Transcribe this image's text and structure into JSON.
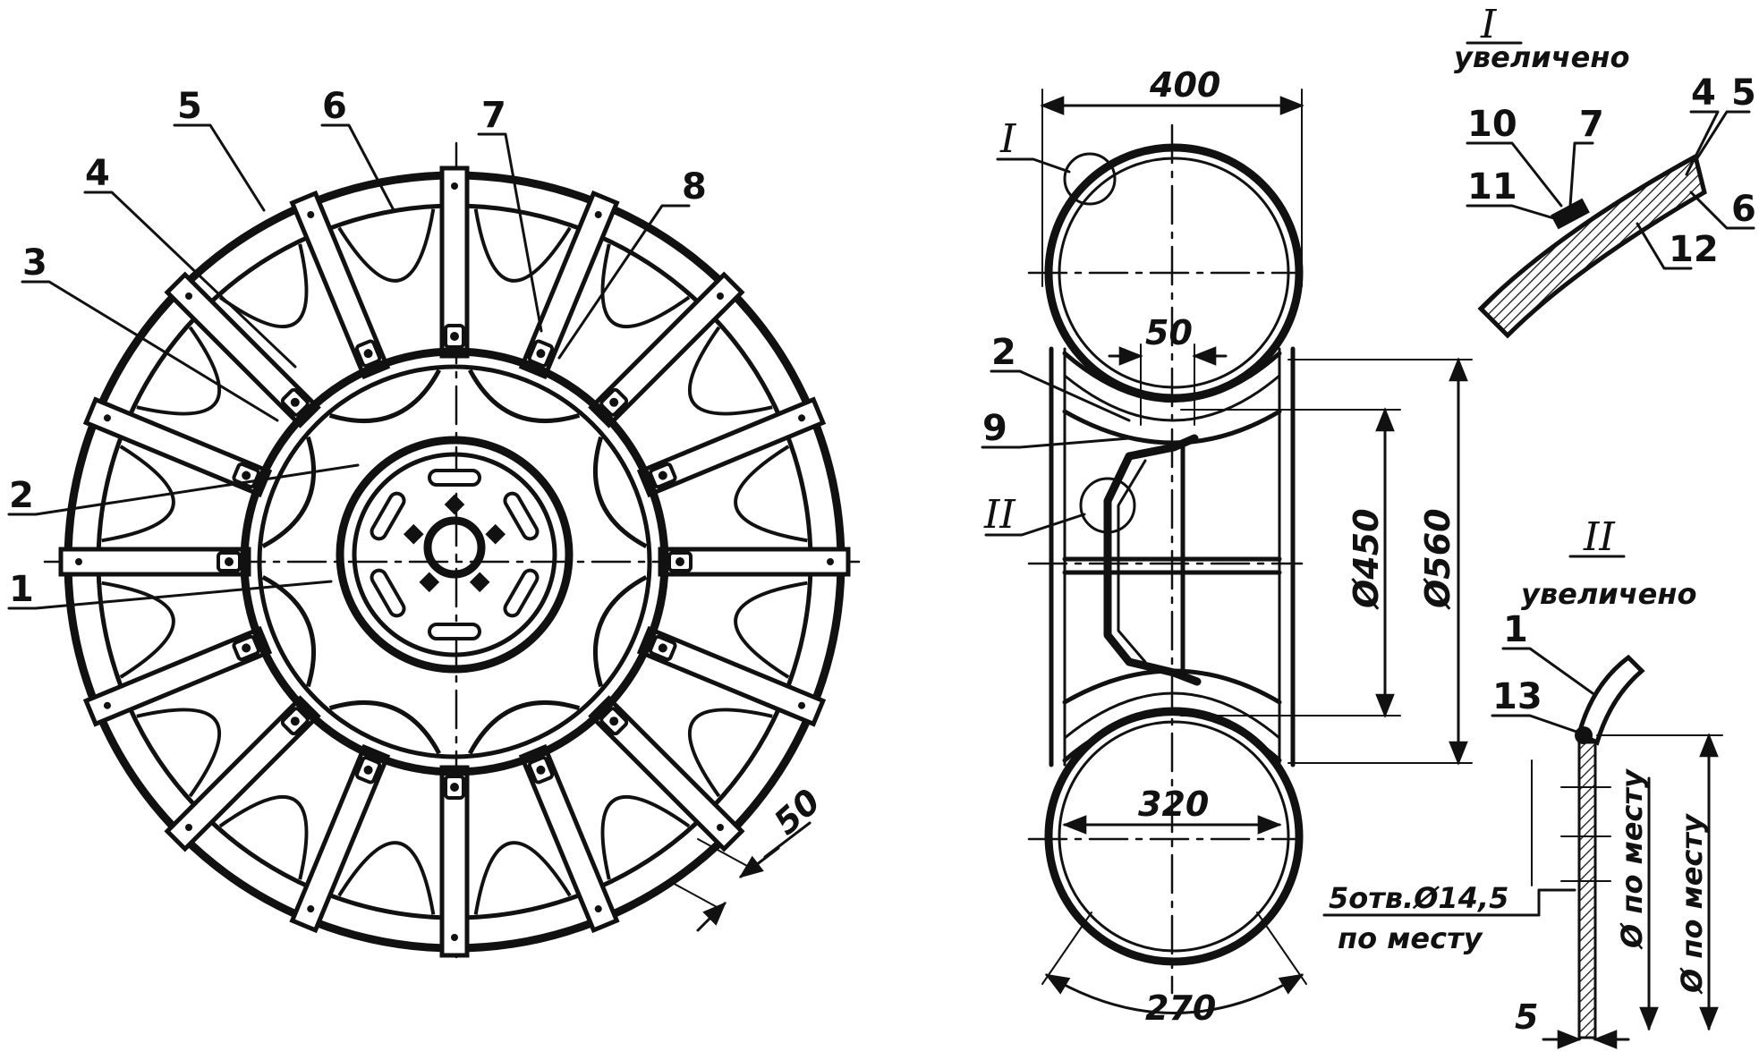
{
  "front_view": {
    "callouts": [
      "5",
      "6",
      "7",
      "8",
      "4",
      "3",
      "2",
      "1"
    ],
    "dim_spoke_width": "50"
  },
  "side_view": {
    "dim_width": "400",
    "dim_hub_width": "50",
    "dim_inner_width": "320",
    "dim_tube_arc": "270",
    "dim_diameter_450": "Ø450",
    "dim_diameter_560": "Ø560",
    "callouts": [
      "2",
      "9"
    ],
    "detail_markers": [
      "I",
      "II"
    ],
    "holes_note_line1": "5отв.Ø14,5",
    "holes_note_line2": "по месту"
  },
  "detail_I": {
    "title": "I",
    "subtitle": "увеличено",
    "callouts": [
      "4",
      "5",
      "10",
      "7",
      "11",
      "6",
      "12"
    ]
  },
  "detail_II": {
    "title": "II",
    "subtitle": "увеличено",
    "callouts": [
      "1",
      "13"
    ],
    "dim_thickness": "5",
    "dim_fit_1": "Ø по месту",
    "dim_fit_2": "Ø по месту"
  }
}
